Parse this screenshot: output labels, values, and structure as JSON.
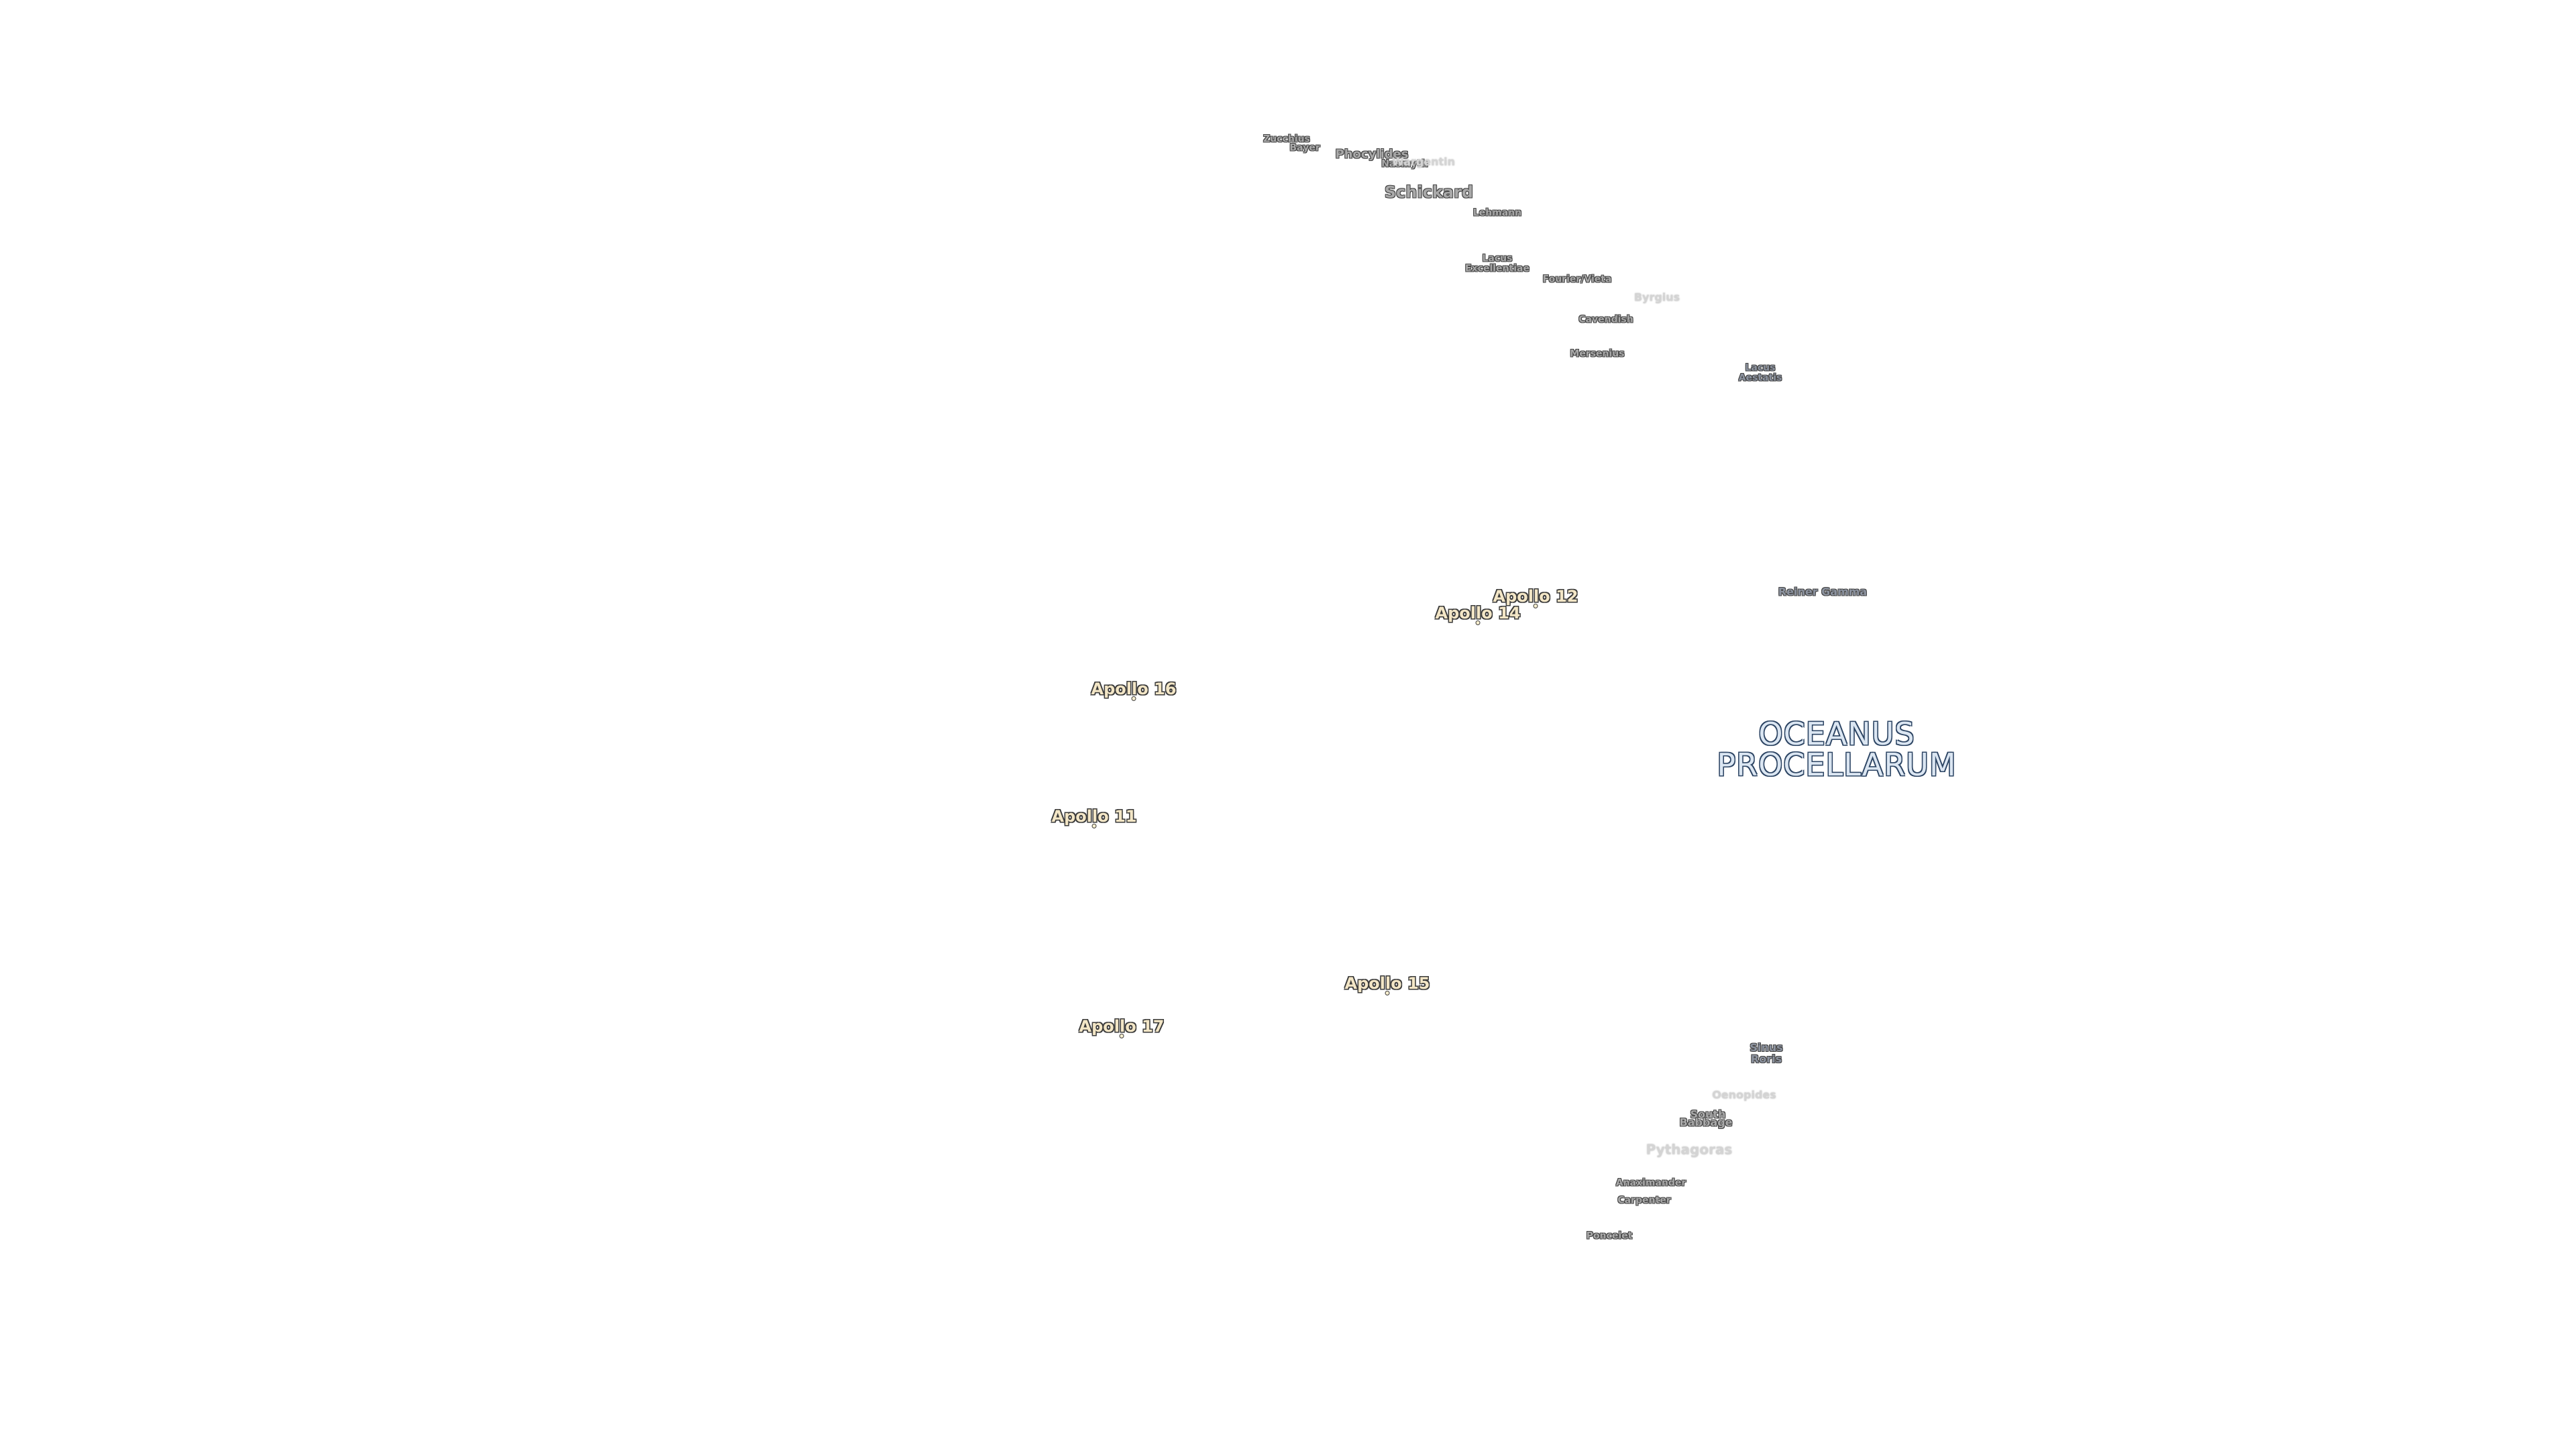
{
  "map": {
    "features": {
      "zucchius": "Zucchius",
      "bayer": "Bayer",
      "phocylides": "Phocylides",
      "nasmyth": "Nasmyth",
      "wargentin": "Wargentin",
      "schickard": "Schickard",
      "lehmann": "Lehmann",
      "lacus_excellentiae_1": "Lacus",
      "lacus_excellentiae_2": "Excellentiae",
      "fourier_vieta": "Fourier/Vieta",
      "byrgius": "Byrgius",
      "cavendish": "Cavendish",
      "mersenius": "Mersenius",
      "lacus_aestatis_1": "Lacus",
      "lacus_aestatis_2": "Aestatis",
      "reiner_gamma": "Reiner Gamma",
      "sinus_roris_1": "Sinus",
      "sinus_roris_2": "Roris",
      "oenopides": "Oenopides",
      "south": "South",
      "babbage": "Babbage",
      "pythagoras": "Pythagoras",
      "anaximander": "Anaximander",
      "carpenter": "Carpenter",
      "poncelet": "Poncelet"
    },
    "mare": {
      "line1": "OCEANUS",
      "line2": "PROCELLARUM"
    },
    "landing_sites": {
      "apollo12": "Apollo 12",
      "apollo14": "Apollo 14",
      "apollo16": "Apollo 16",
      "apollo11": "Apollo 11",
      "apollo15": "Apollo 15",
      "apollo17": "Apollo 17"
    }
  }
}
